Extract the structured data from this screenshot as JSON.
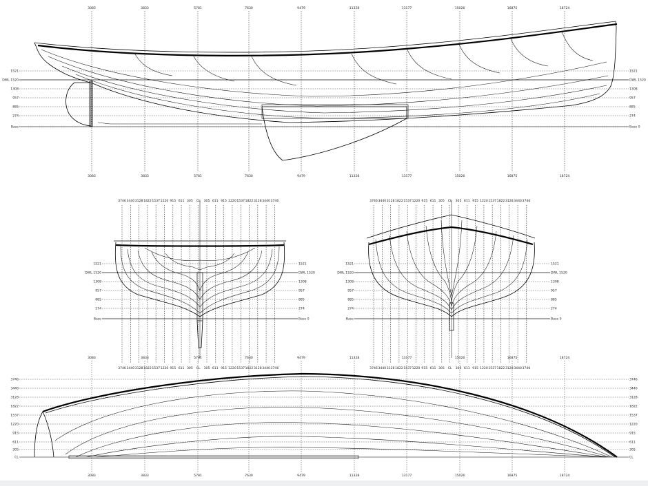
{
  "profile_view": {
    "stations": [
      "3083",
      "3833",
      "5781",
      "7630",
      "9479",
      "11328",
      "13177",
      "15026",
      "16875",
      "18724"
    ],
    "waterlines": [
      "1521",
      "DWL 1520",
      "1308",
      "957",
      "885",
      "274",
      "Base"
    ],
    "waterlines_right": [
      "1521",
      "DWL 1520",
      "1308",
      "957",
      "885",
      "274",
      "Base 0"
    ],
    "dwl_right_label": "DWL 1520"
  },
  "sections_view": {
    "buttocks_left": [
      "3746",
      "3440",
      "3128",
      "1822",
      "1537",
      "1220",
      "915",
      "611",
      "305",
      "CL",
      "305",
      "611",
      "915",
      "1220",
      "1537",
      "1822",
      "3128",
      "3440",
      "3746"
    ],
    "buttocks_right": [
      "3746",
      "3440",
      "3128",
      "1822",
      "1537",
      "1220",
      "915",
      "611",
      "305",
      "CL",
      "305",
      "611",
      "915",
      "1220",
      "1537",
      "1822",
      "3128",
      "3440",
      "3746"
    ],
    "waterlines_left": [
      "1521",
      "DWL 1520",
      "1308",
      "957",
      "885",
      "274",
      "Base"
    ],
    "waterlines_right": [
      "1521",
      "DWL 1520",
      "1308",
      "957",
      "885",
      "274",
      "Base 0"
    ],
    "base_value": "0",
    "cl_label": "CL"
  },
  "plan_view": {
    "stations_top": [
      "3083",
      "3833",
      "5781",
      "7630",
      "9479",
      "11328",
      "13177",
      "15026",
      "16875",
      "18724"
    ],
    "stations_bottom": [
      "3083",
      "3833",
      "5781",
      "7630",
      "9479",
      "11328",
      "13177",
      "15026",
      "16875",
      "18724"
    ],
    "half_breadths": [
      "3746",
      "3440",
      "3128",
      "1822",
      "1537",
      "1220",
      "915",
      "611",
      "305",
      "CL"
    ]
  }
}
